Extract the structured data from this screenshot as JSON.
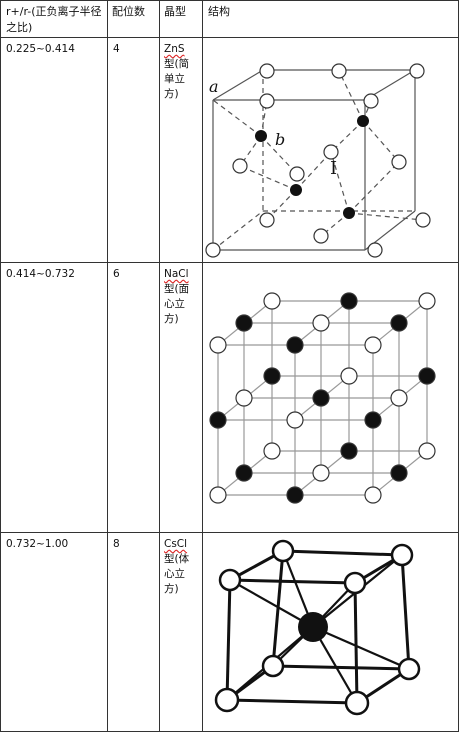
{
  "headers": {
    "ratio": "r+/r-(正负离子半径之比)",
    "coordination": "配位数",
    "crystal_type": "晶型",
    "structure": "结构"
  },
  "rows": [
    {
      "ratio": "0.225~0.414",
      "coordination": "4",
      "type_name": "ZnS",
      "type_desc": "型(简单立方)",
      "labels": {
        "a": "a",
        "b": "b"
      }
    },
    {
      "ratio": "0.414~0.732",
      "coordination": "6",
      "type_name": "NaCl",
      "type_desc": "型(面心立方)"
    },
    {
      "ratio": "0.732~1.00",
      "coordination": "8",
      "type_name": "CsCl",
      "type_desc": "型(体心立方)"
    }
  ]
}
